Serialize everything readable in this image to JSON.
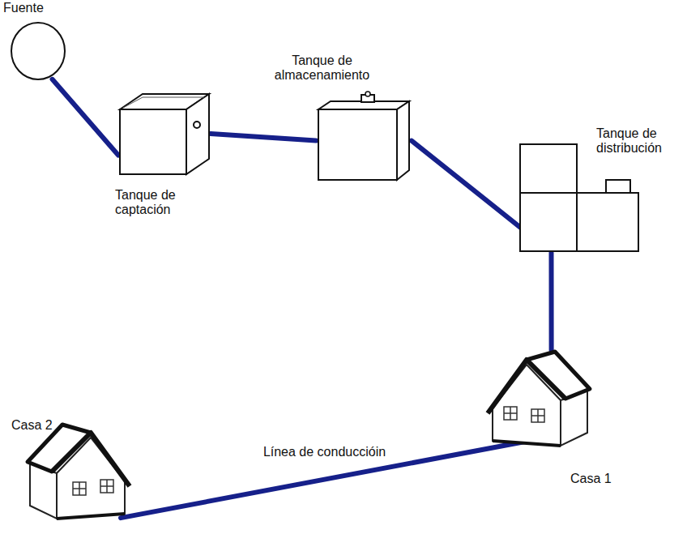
{
  "diagram": {
    "nodes": [
      {
        "text": [
          "Fuente"
        ]
      },
      {
        "text": [
          "Tanque de captación"
        ]
      },
      {
        "text": [
          "Tanque de almacenamiento"
        ]
      },
      {
        "text": [
          "Tanque de distribución"
        ]
      },
      {
        "text": [
          "Casa 1"
        ]
      },
      {
        "text": [
          "Casa 2"
        ]
      }
    ],
    "edges": [
      {
        "from": 0,
        "to": 1,
        "arrow": "none"
      },
      {
        "from": 1,
        "to": 2,
        "arrow": "none"
      },
      {
        "from": 2,
        "to": 3,
        "arrow": "none"
      },
      {
        "from": 3,
        "to": 4,
        "arrow": "none"
      },
      {
        "from": 4,
        "to": 5,
        "label": "Línea de conduccióin",
        "arrow": "none"
      }
    ]
  }
}
